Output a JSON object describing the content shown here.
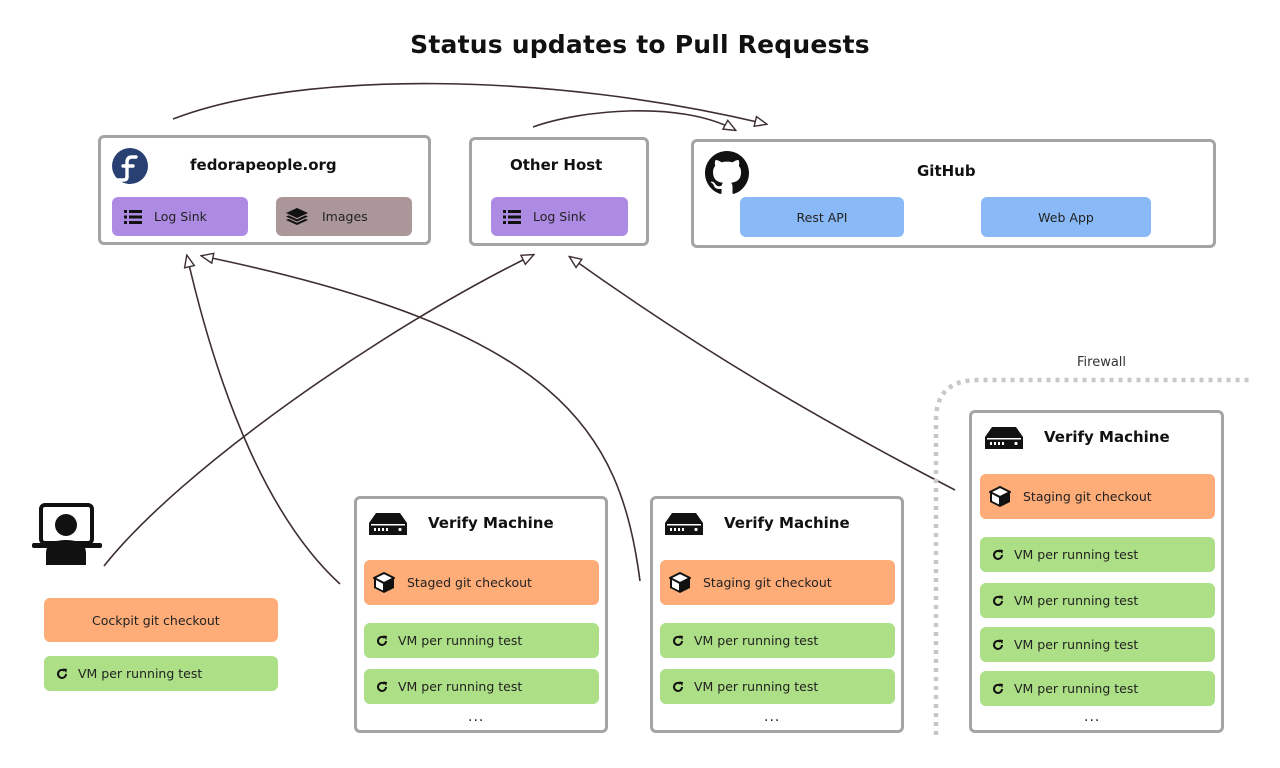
{
  "title": "Status updates to Pull Requests",
  "fedora": {
    "title": "fedorapeople.org",
    "log_sink": "Log Sink",
    "images": "Images",
    "logo_icon": "fedora-logo-icon"
  },
  "other_host": {
    "title": "Other Host",
    "log_sink": "Log Sink"
  },
  "github": {
    "title": "GitHub",
    "rest_api": "Rest API",
    "web_app": "Web App",
    "logo_icon": "github-logo-icon"
  },
  "developer": {
    "icon": "laptop-user-icon",
    "checkout": "Cockpit git checkout",
    "vm": "VM per running test"
  },
  "verify1": {
    "title": "Verify Machine",
    "checkout": "Staged git checkout",
    "vms": [
      "VM per running test",
      "VM per running test"
    ],
    "more": "..."
  },
  "verify2": {
    "title": "Verify Machine",
    "checkout": "Staging git checkout",
    "vms": [
      "VM per running test",
      "VM per running test"
    ],
    "more": "..."
  },
  "verify3": {
    "title": "Verify Machine",
    "checkout": "Staging git checkout",
    "vms": [
      "VM per running test",
      "VM per running test",
      "VM per running test",
      "VM per running test"
    ],
    "more": "..."
  },
  "firewall": "Firewall",
  "colors": {
    "border": "#a4a4a4",
    "log_sink": "#ad8be3",
    "images": "#ab979a",
    "github_pill": "#8ab9f7",
    "checkout": "#ffad78",
    "vm": "#addf86",
    "arrow": "#3d2f30"
  }
}
